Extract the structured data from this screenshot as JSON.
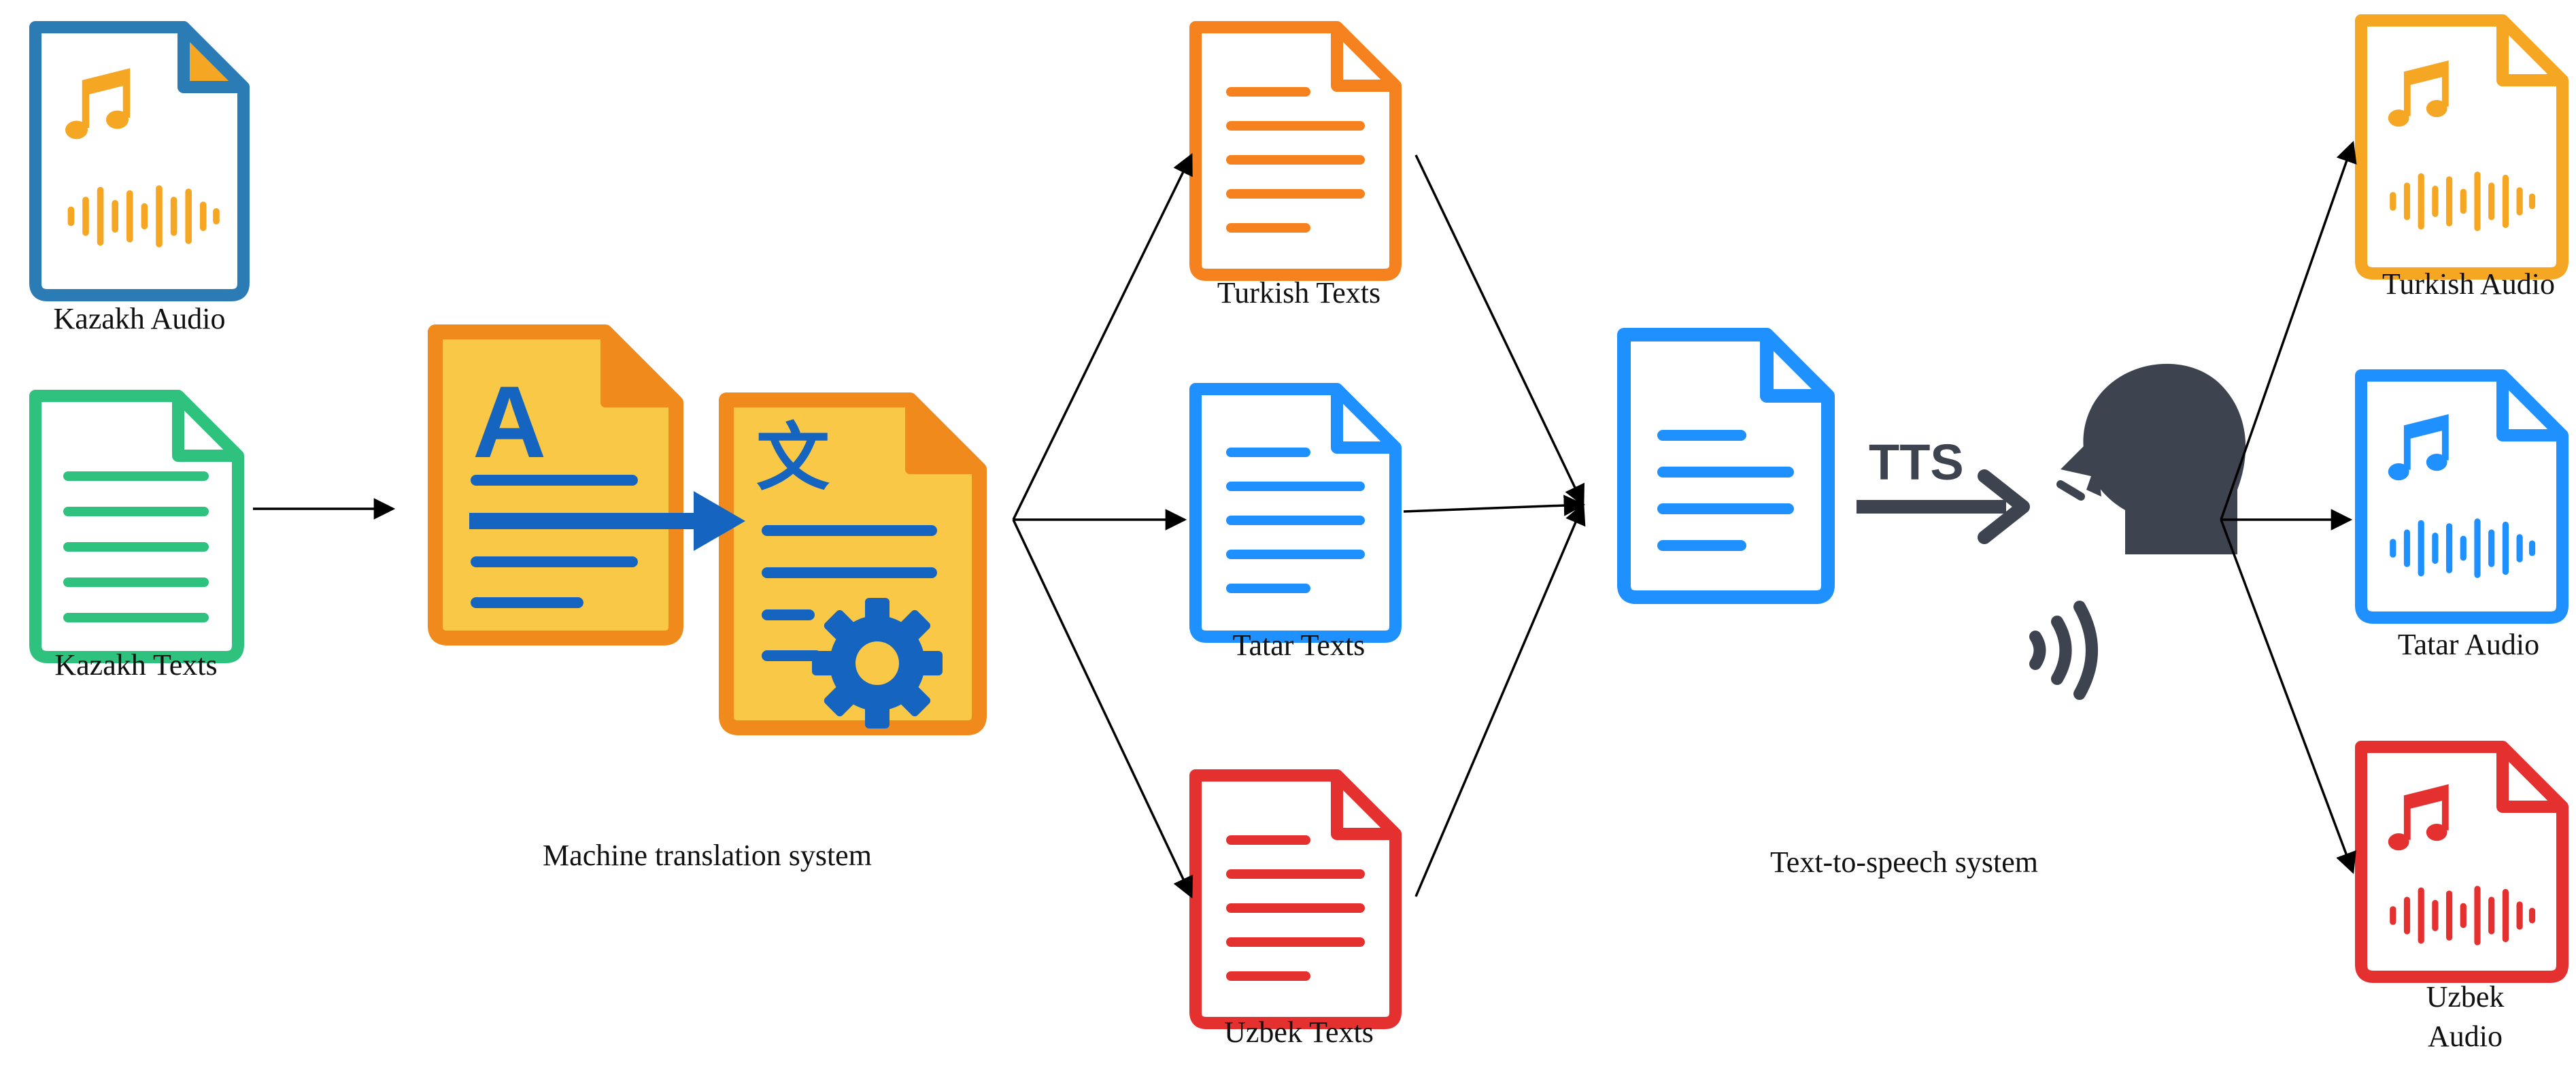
{
  "inputs": {
    "kazakh_audio": "Kazakh Audio",
    "kazakh_texts": "Kazakh Texts"
  },
  "systems": {
    "machine_translation": "Machine translation system",
    "text_to_speech": "Text-to-speech system",
    "tts_short": "TTS"
  },
  "translated_texts": {
    "turkish": "Turkish Texts",
    "tatar": "Tatar Texts",
    "uzbek": "Uzbek Texts"
  },
  "outputs": {
    "turkish": "Turkish Audio",
    "tatar": "Tatar Audio",
    "uzbek_line1": "Uzbek",
    "uzbek_line2": "Audio"
  },
  "translate_icon_glyphs": {
    "source": "A",
    "target": "文"
  },
  "colors": {
    "kazakh_audio_border": "#2b7bb5",
    "kazakh_audio_fill": "#f5a623",
    "kazakh_texts": "#2ec27e",
    "mt_outer": "#f08a1c",
    "mt_fill": "#f9c846",
    "mt_blue": "#1565c0",
    "turkish": "#f5821f",
    "tatar": "#1e90ff",
    "uzbek": "#e53030",
    "tts_doc": "#1e90ff",
    "head": "#3d4450",
    "arrows": "#000000"
  }
}
